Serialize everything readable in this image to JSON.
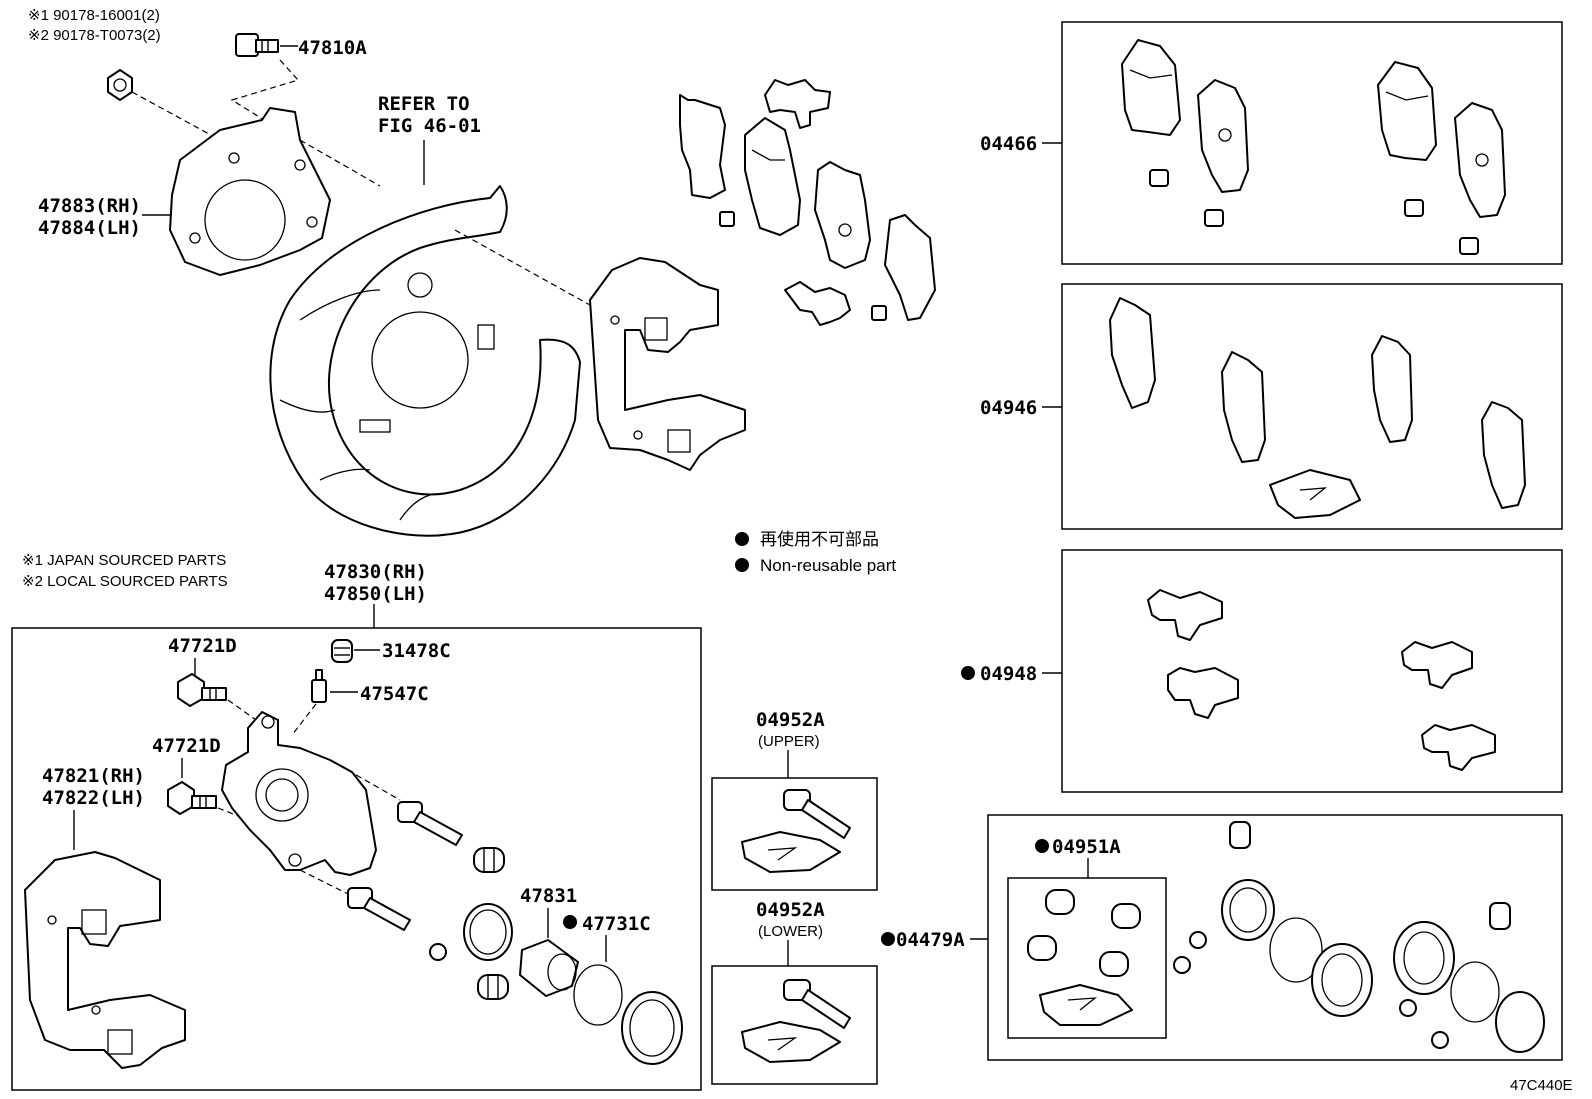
{
  "notes": {
    "ref1": "※1 90178-16001(2)",
    "ref2": "※2 90178-T0073(2)",
    "legend1": "※1 JAPAN SOURCED PARTS",
    "legend2": "※2 LOCAL SOURCED PARTS",
    "nonreusable_jp": "再使用不可部品",
    "nonreusable_en": "Non-reusable part",
    "refer_line1": "REFER TO",
    "refer_line2": "FIG 46-01",
    "figure_code": "47C440E"
  },
  "labels": {
    "p47810A": "47810A",
    "p47883": "47883(RH)",
    "p47884": "47884(LH)",
    "p47830": "47830(RH)",
    "p47850": "47850(LH)",
    "p47721D_a": "47721D",
    "p31478C": "31478C",
    "p47547C": "47547C",
    "p47721D_b": "47721D",
    "p47821": "47821(RH)",
    "p47822": "47822(LH)",
    "p47831": "47831",
    "p47731C": "47731C",
    "p04952A_u": "04952A",
    "upper": "(UPPER)",
    "p04952A_l": "04952A",
    "lower": "(LOWER)",
    "p04466": "04466",
    "p04946": "04946",
    "p04948": "04948",
    "p04951A": "04951A",
    "p04479A": "04479A"
  }
}
